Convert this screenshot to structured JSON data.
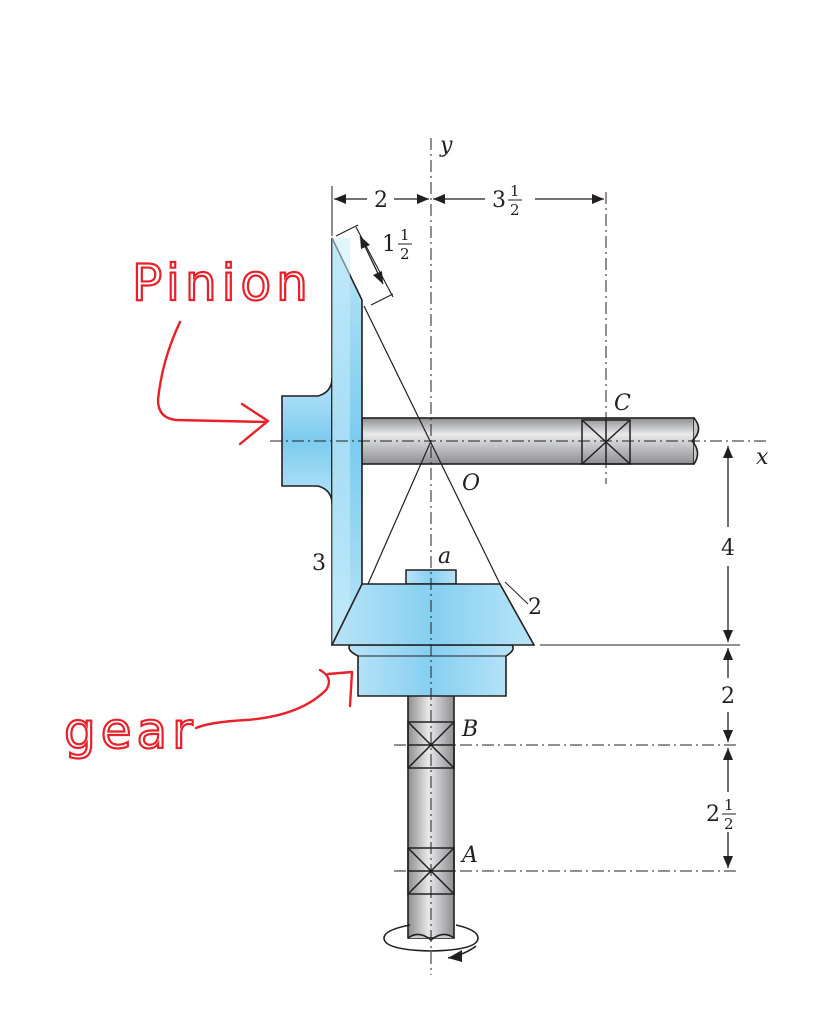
{
  "labels": {
    "y_axis": "y",
    "x_axis": "x",
    "origin": "O",
    "point_a": "a",
    "bearing_b": "B",
    "bearing_a": "A",
    "bearing_c": "C",
    "gear_number": "2",
    "pinion_number": "3"
  },
  "dimensions": {
    "pinion_offset": "2",
    "bearing_c_offset_whole": "3",
    "bearing_c_offset_num": "1",
    "bearing_c_offset_den": "2",
    "face_width_whole": "1",
    "face_width_num": "1",
    "face_width_den": "2",
    "gear_to_x": "4",
    "gear_to_b": "2",
    "b_to_a_whole": "2",
    "b_to_a_num": "1",
    "b_to_a_den": "2"
  },
  "annotations": {
    "pinion": "Pinion",
    "gear": "gear"
  },
  "colors": {
    "part_fill": "#8fd3f1",
    "part_light": "#c9ecfa",
    "shaft_dark": "#8d8e90",
    "shaft_light": "#e9e9ea",
    "ink": "#231f20",
    "annotation": "#e8202a"
  }
}
